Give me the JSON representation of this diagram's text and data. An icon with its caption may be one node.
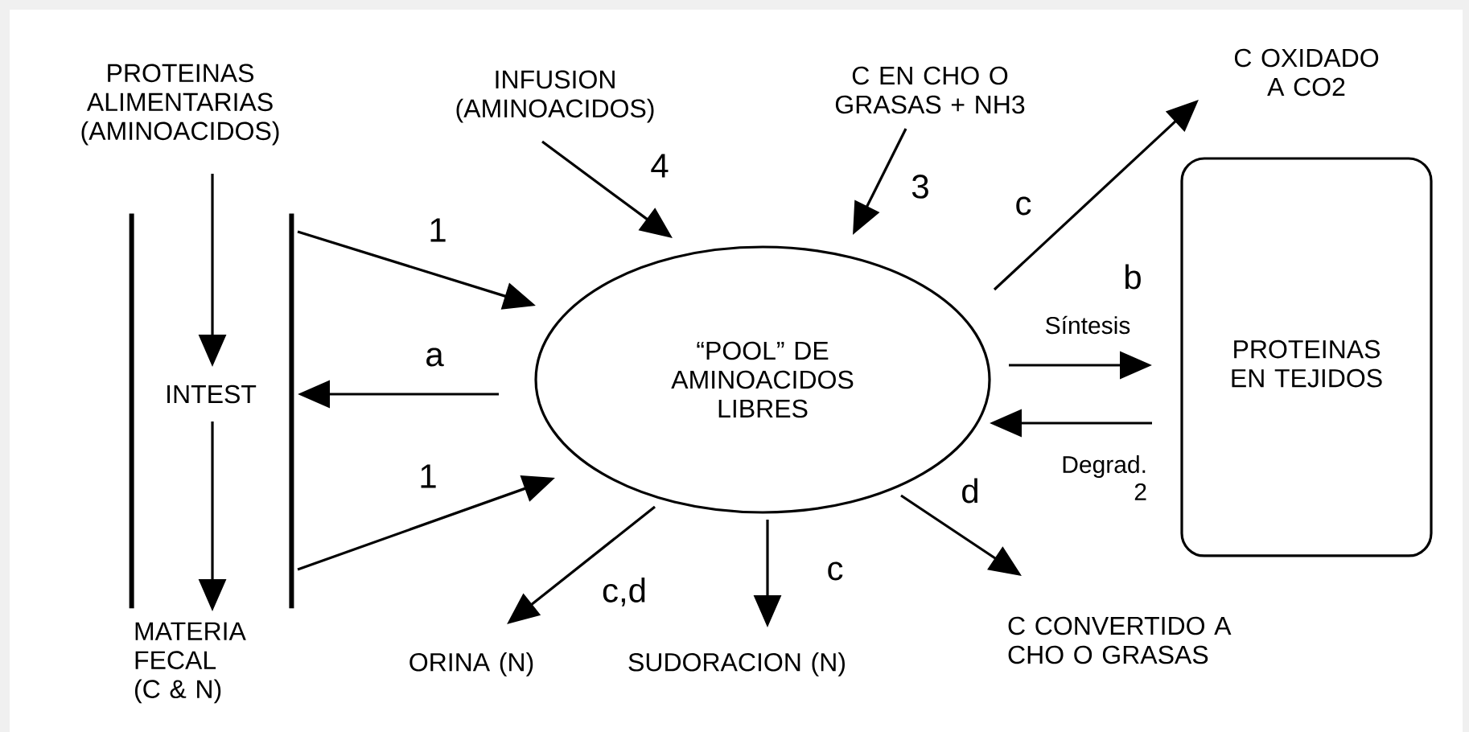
{
  "diagram": {
    "nodes": [
      {
        "text": [
          "PROTEINAS ALIMENTARIAS (AMINOACIDOS)"
        ]
      },
      {
        "text": [],
        "shape": "tube"
      },
      {
        "text": [
          "INTEST"
        ],
        "in": 1
      },
      {
        "text": [
          "MATERIA FECAL (C & N)"
        ]
      },
      {
        "text": [
          "INFUSION (AMINOACIDOS)"
        ]
      },
      {
        "text": [
          "C EN CHO O GRASAS + NH3"
        ]
      },
      {
        "text": [
          "C OXIDADO A CO2"
        ]
      },
      {
        "text": [
          "“POOL” DE AMINOACIDOS LIBRES"
        ]
      },
      {
        "text": [
          "PROTEINAS EN TEJIDOS"
        ]
      },
      {
        "text": [
          "ORINA (N)"
        ]
      },
      {
        "text": [
          "SUDORACION (N)"
        ]
      },
      {
        "text": [
          "C CONVERTIDO A CHO O GRASAS"
        ]
      }
    ],
    "edges": [
      {
        "from": 0,
        "to": 2,
        "arrow": "to"
      },
      {
        "from": 2,
        "to": 3,
        "arrow": "to"
      },
      {
        "from": 1,
        "to": 7,
        "arrow": "to",
        "label": "1"
      },
      {
        "from": 7,
        "to": 1,
        "arrow": "to",
        "label": "a"
      },
      {
        "from": 1,
        "to": 7,
        "arrow": "to",
        "label": "1"
      },
      {
        "from": 4,
        "to": 7,
        "arrow": "to",
        "label": "4"
      },
      {
        "from": 5,
        "to": 7,
        "arrow": "to",
        "label": "3"
      },
      {
        "from": 7,
        "to": 6,
        "arrow": "to",
        "label": "c"
      },
      {
        "from": 7,
        "to": 8,
        "arrow": "to",
        "label": "Síntesis"
      },
      {
        "from": 8,
        "to": 7,
        "arrow": "to",
        "label": "Degrad. 2"
      },
      {
        "from": 7,
        "to": 9,
        "arrow": "to",
        "label": "c,d"
      },
      {
        "from": 7,
        "to": 10,
        "arrow": "to",
        "label": "c"
      },
      {
        "from": 7,
        "to": 11,
        "arrow": "to",
        "label": "d"
      }
    ],
    "labels": [
      "b"
    ]
  }
}
